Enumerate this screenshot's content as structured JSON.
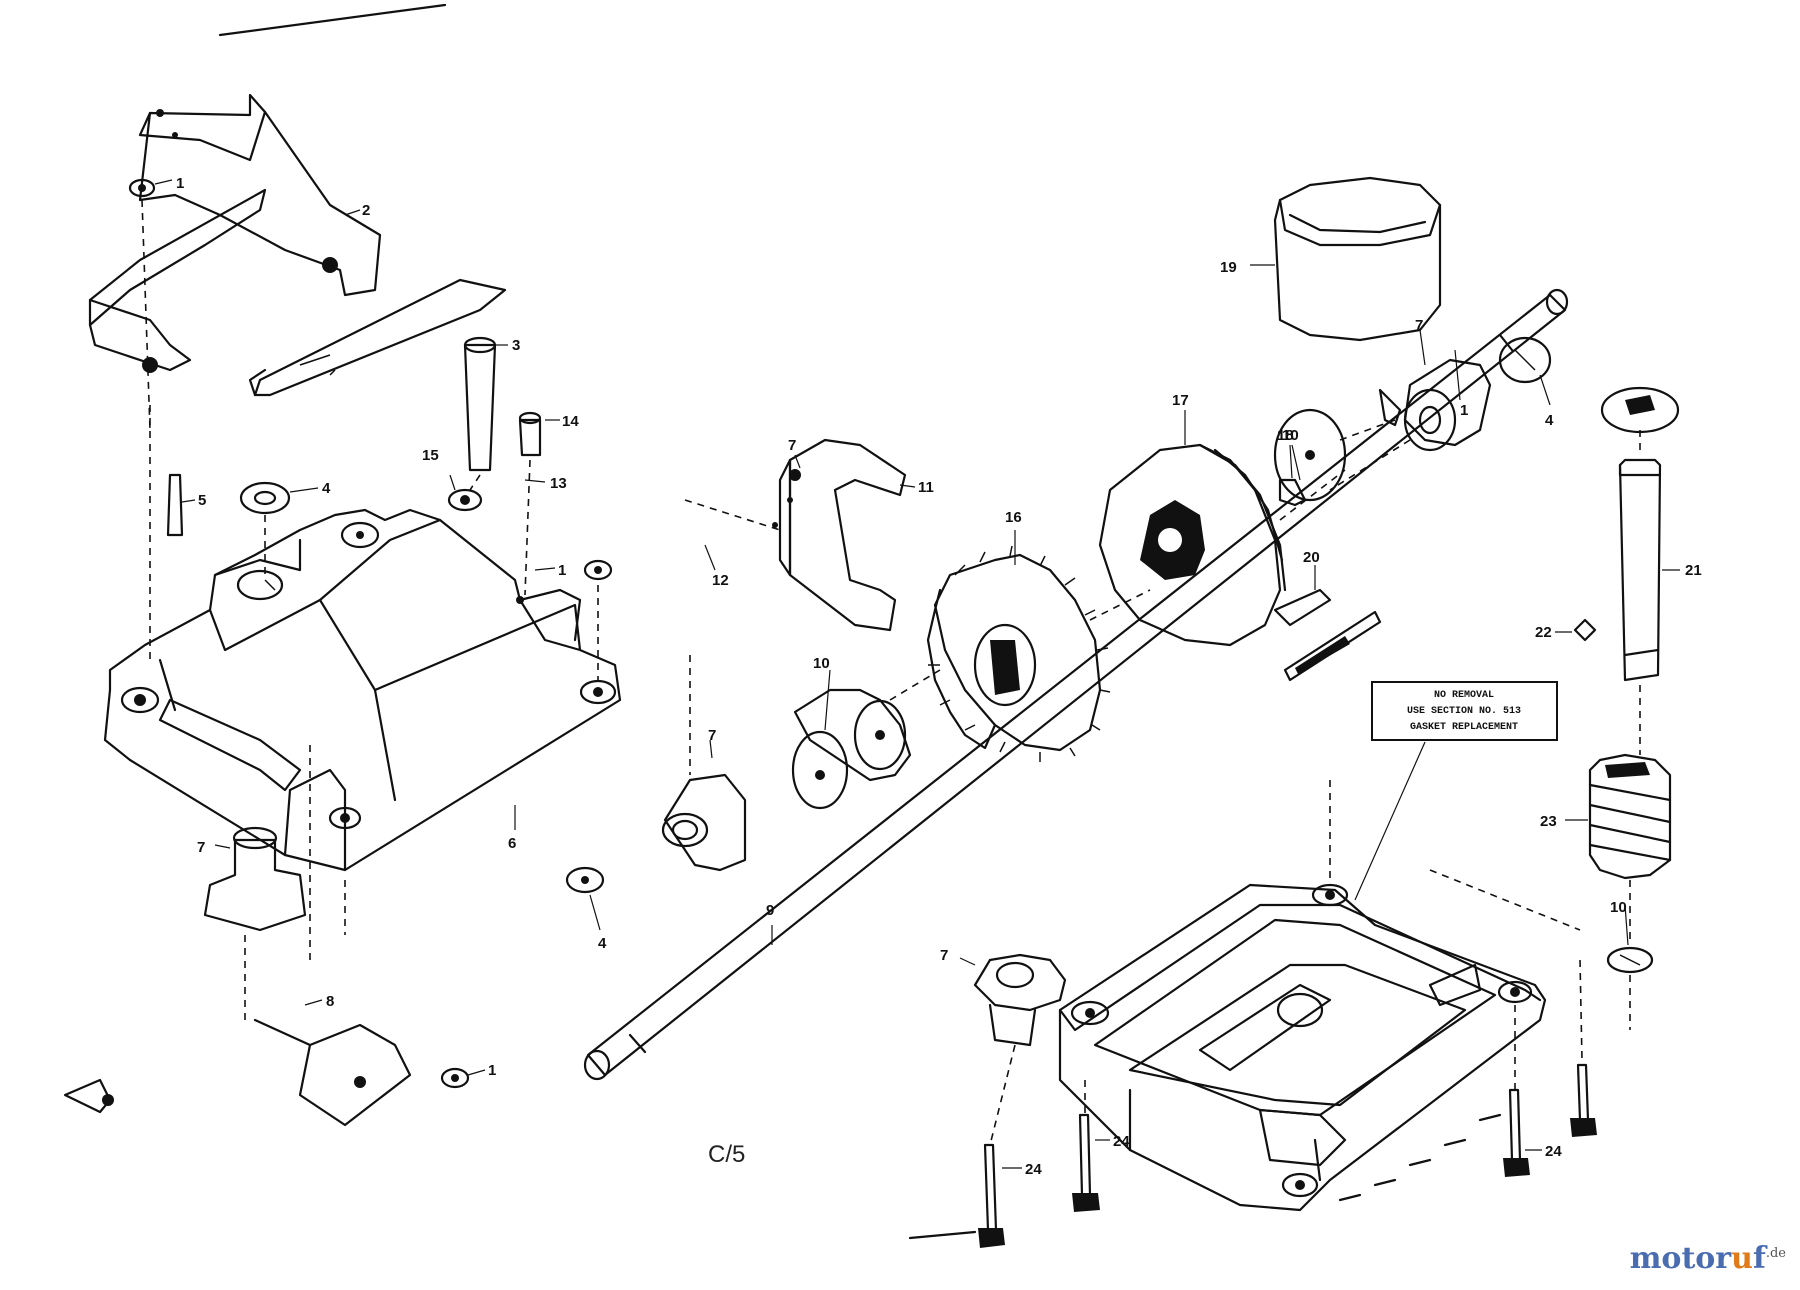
{
  "diagram": {
    "sheet_code": "C/5",
    "label_plate": {
      "lines": [
        "NO REMOVAL",
        "USE SECTION NO. 513",
        "GASKET REPLACEMENT"
      ]
    },
    "callouts": [
      "1",
      "1",
      "1",
      "1",
      "2",
      "3",
      "4",
      "4",
      "4",
      "5",
      "6",
      "7",
      "7",
      "7",
      "7",
      "7",
      "8",
      "9",
      "10",
      "10",
      "10",
      "11",
      "12",
      "13",
      "14",
      "15",
      "16",
      "17",
      "18",
      "19",
      "20",
      "21",
      "22",
      "23",
      "24",
      "24",
      "24"
    ]
  },
  "watermark": {
    "main": "motor",
    "accent": "u",
    "tail": "f",
    "tld": ".de"
  },
  "colors": {
    "line": "#111111",
    "background": "#ffffff",
    "watermark_blue": "#4a6cb0",
    "watermark_orange": "#e07b1a"
  }
}
